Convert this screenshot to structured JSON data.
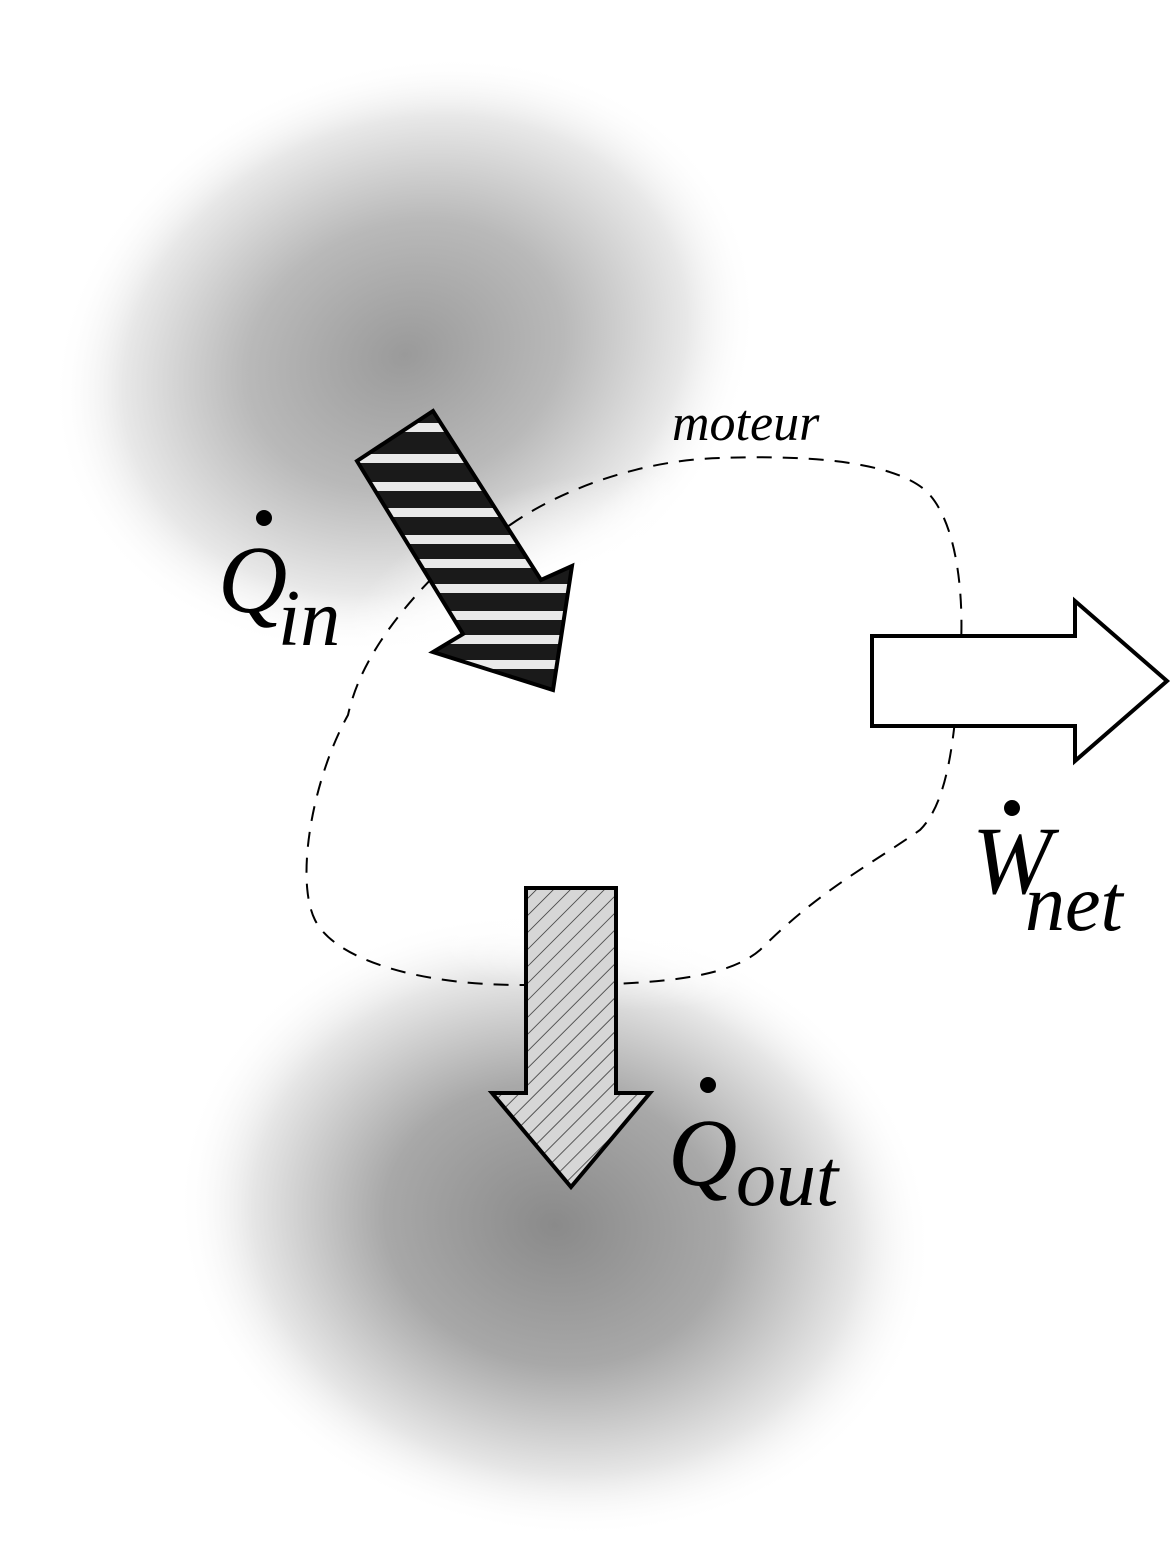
{
  "diagram": {
    "system_label": "moteur",
    "heat_in": {
      "symbol": "Q",
      "subscript": "in"
    },
    "heat_out": {
      "symbol": "Q",
      "subscript": "out"
    },
    "work_net": {
      "symbol": "W",
      "subscript": "net"
    }
  }
}
